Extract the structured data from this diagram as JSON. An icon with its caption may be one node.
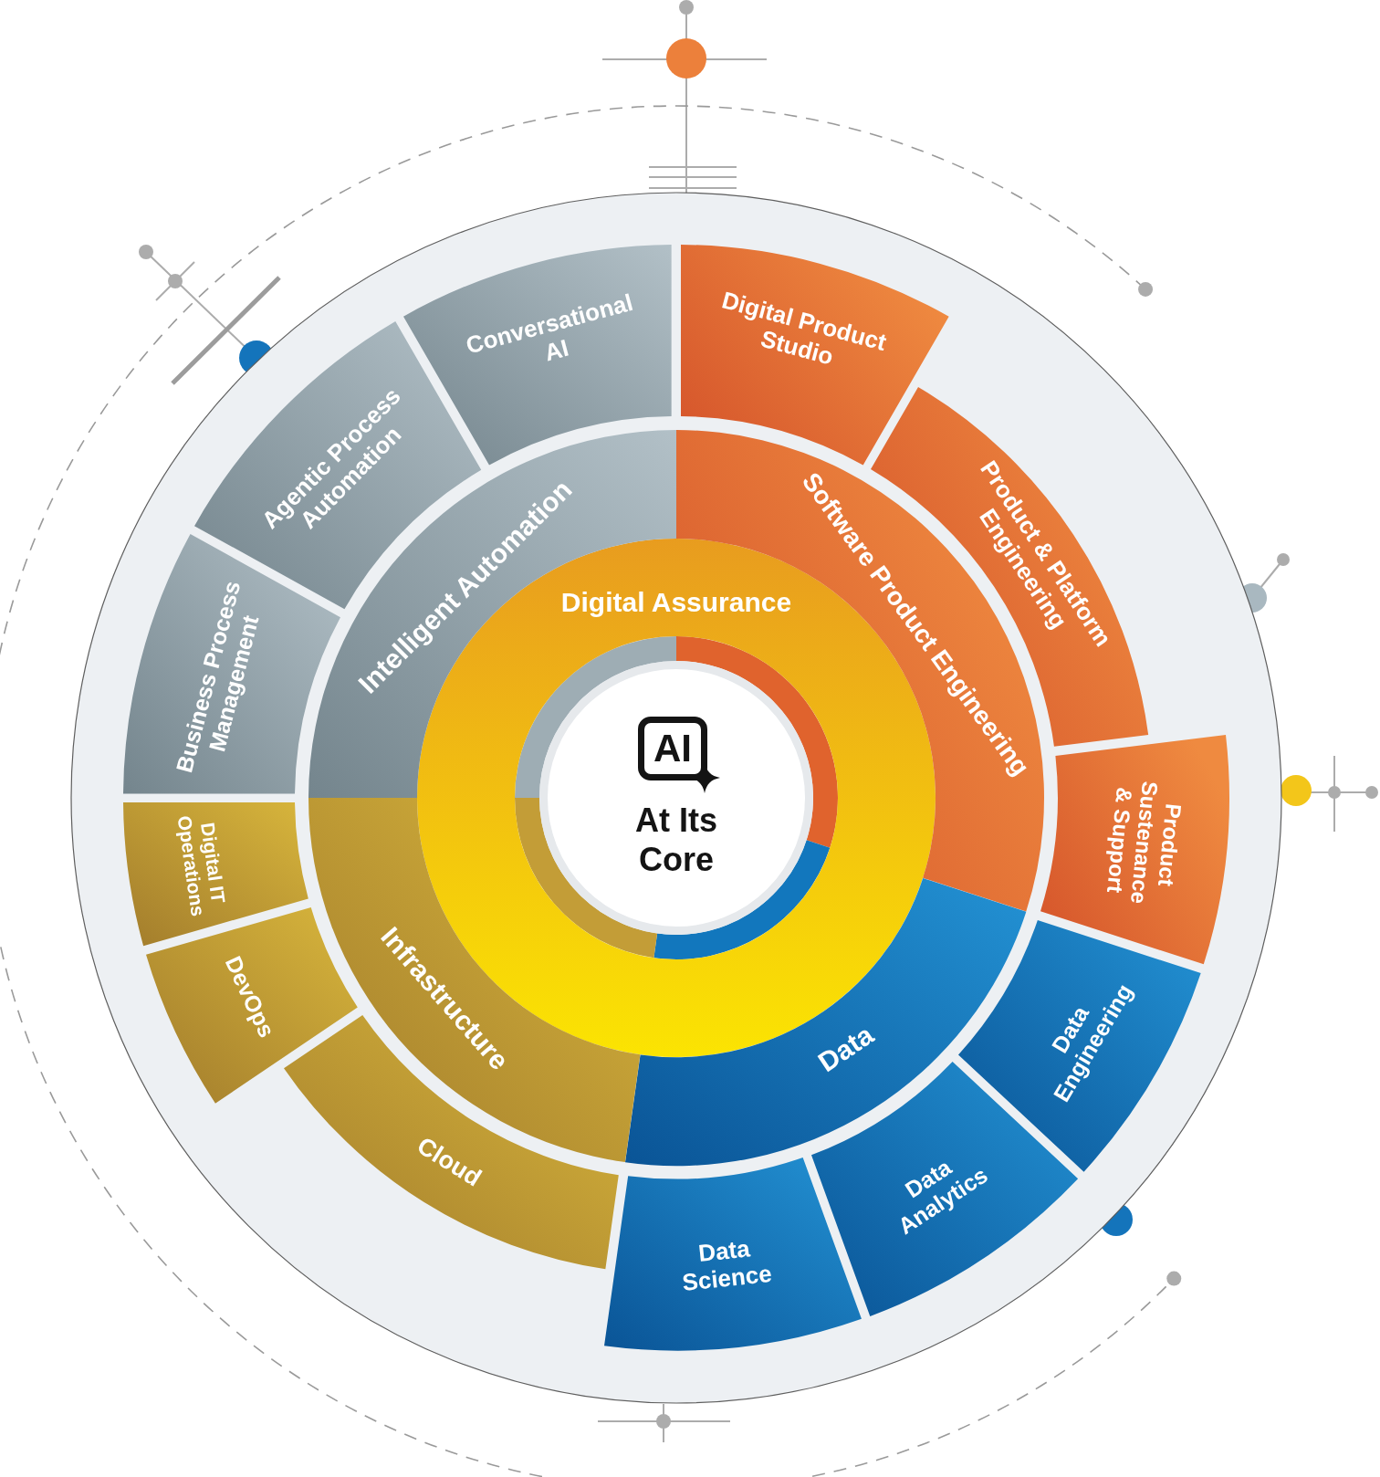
{
  "diagram": {
    "nodes": [
      {
        "text": [
          "Digital Assurance"
        ]
      },
      {
        "text": [
          "AI",
          "At Its Core"
        ],
        "in": 0
      },
      {
        "text": [
          "Intelligent Automation"
        ]
      },
      {
        "text": [
          "Software Product Engineering"
        ]
      },
      {
        "text": [
          "Data"
        ]
      },
      {
        "text": [
          "Infrastructure"
        ]
      },
      {
        "text": [
          "Conversational AI"
        ]
      },
      {
        "text": [
          "Digital Product Studio"
        ]
      },
      {
        "text": [
          "Product & Platform Engineering"
        ]
      },
      {
        "text": [
          "Product Sustenance & Support"
        ]
      },
      {
        "text": [
          "Data Engineering"
        ]
      },
      {
        "text": [
          "Data Analytics"
        ]
      },
      {
        "text": [
          "Data Science"
        ]
      },
      {
        "text": [
          "Cloud"
        ]
      },
      {
        "text": [
          "DevOps"
        ]
      },
      {
        "text": [
          "Digital IT Operations"
        ]
      },
      {
        "text": [
          "Business Process Management"
        ]
      },
      {
        "text": [
          "Agentic Process Automation"
        ]
      }
    ]
  }
}
